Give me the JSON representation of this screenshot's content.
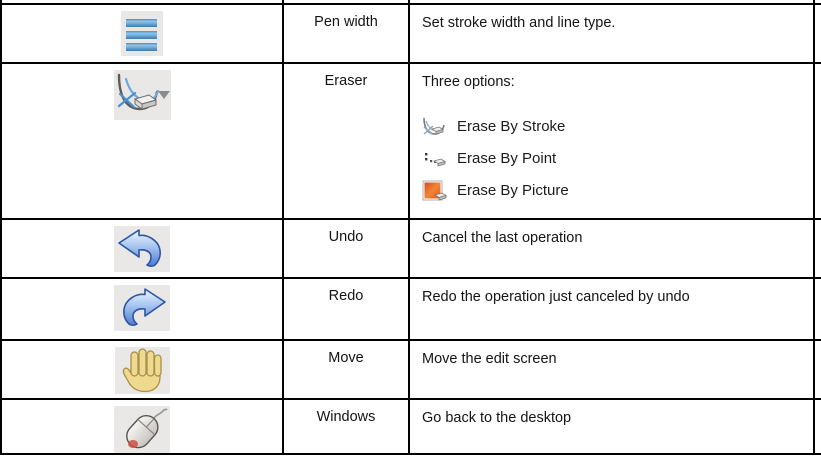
{
  "table": {
    "rows": [
      {
        "icon": "pen-width-icon",
        "name": "Pen width",
        "description": "Set stroke width and line type."
      },
      {
        "icon": "eraser-icon",
        "name": "Eraser",
        "description": "Three options:",
        "options": [
          {
            "icon": "erase-by-stroke-icon",
            "label": "Erase By Stroke"
          },
          {
            "icon": "erase-by-point-icon",
            "label": "Erase By Point"
          },
          {
            "icon": "erase-by-picture-icon",
            "label": "Erase By Picture"
          }
        ]
      },
      {
        "icon": "undo-icon",
        "name": "Undo",
        "description": "Cancel the last operation"
      },
      {
        "icon": "redo-icon",
        "name": "Redo",
        "description": "Redo the operation just canceled by undo"
      },
      {
        "icon": "move-hand-icon",
        "name": "Move",
        "description": "Move the edit screen"
      },
      {
        "icon": "windows-mouse-icon",
        "name": "Windows",
        "description": "Go back to the desktop"
      }
    ],
    "colors": {
      "border": "#000000",
      "icon_box_bg": "#e9e8e6",
      "pen_bar_blue": "#4a8fc2",
      "arrow_blue": "#4d7bd0",
      "hand_tan": "#eed98f",
      "mouse_red": "#cf4f43",
      "picture_orange": "#ef8636"
    }
  }
}
